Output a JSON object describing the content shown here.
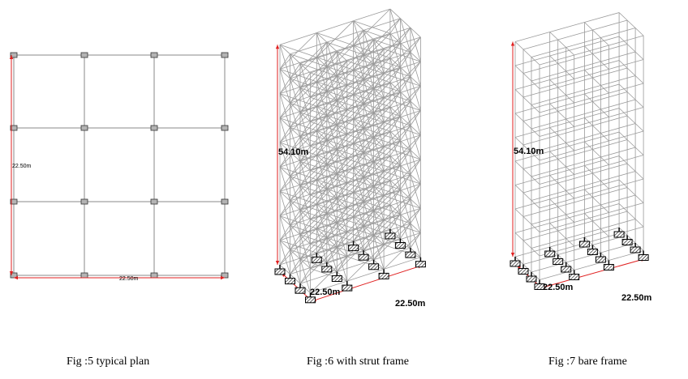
{
  "figures": [
    {
      "id": "plan",
      "caption": "Fig :5 typical plan",
      "dim_depth": "22.50m",
      "dim_width": "22.50m"
    },
    {
      "id": "strut",
      "caption": "Fig :6 with strut frame",
      "dim_height": "54.10m",
      "dim_left": "22.50m",
      "dim_right": "22.50m"
    },
    {
      "id": "bare",
      "caption": "Fig :7 bare frame",
      "dim_height": "54.10m",
      "dim_left": "22.50m",
      "dim_right": "22.50m"
    }
  ],
  "colors": {
    "frame_line": "#9a9a9a",
    "plan_line": "#8a8a8a",
    "dimension": "#e02020",
    "support_fill": "#b4b4b4",
    "text": "#000000"
  }
}
